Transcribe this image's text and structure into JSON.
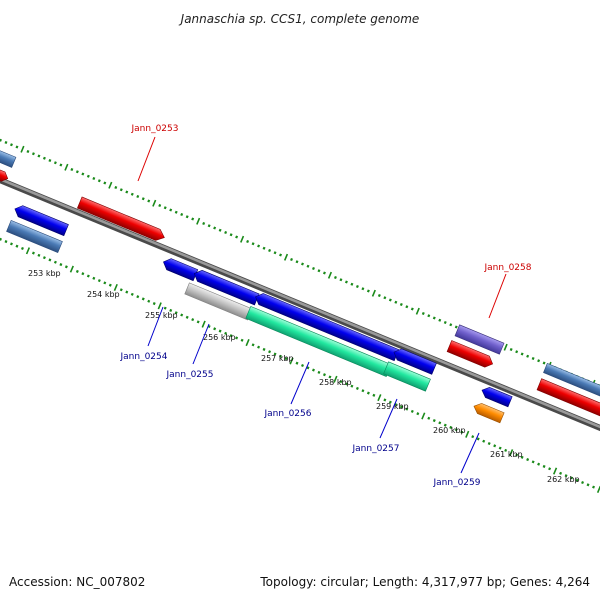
{
  "title": "Jannaschia sp. CCS1, complete genome",
  "footer": {
    "accession": "Accession: NC_007802",
    "stats": "Topology: circular; Length: 4,317,977 bp; Genes: 4,264"
  },
  "scale_labels": [
    "253 kbp",
    "254 kbp",
    "255 kbp",
    "256 kbp",
    "257 kbp",
    "258 kbp",
    "259 kbp",
    "260 kbp",
    "261 kbp",
    "262 kbp"
  ],
  "gene_labels": [
    {
      "text": "Jann_0253",
      "color": "#cc0000"
    },
    {
      "text": "Jann_0258",
      "color": "#cc0000"
    },
    {
      "text": "Jann_0254",
      "color": "#00008b"
    },
    {
      "text": "Jann_0255",
      "color": "#00008b"
    },
    {
      "text": "Jann_0256",
      "color": "#00008b"
    },
    {
      "text": "Jann_0257",
      "color": "#00008b"
    },
    {
      "text": "Jann_0259",
      "color": "#00008b"
    }
  ],
  "colors": {
    "backbone": "#7a7a7a",
    "dots": "#1a8a1a",
    "forward_cds": "#0000ee",
    "reverse_cds": "#ee0000",
    "steel_blue": "#4a7ab5",
    "purple": "#7060cc",
    "orange": "#ff8c00",
    "gray_feature": "#bbbbbb",
    "teal": "#22e8a0"
  }
}
